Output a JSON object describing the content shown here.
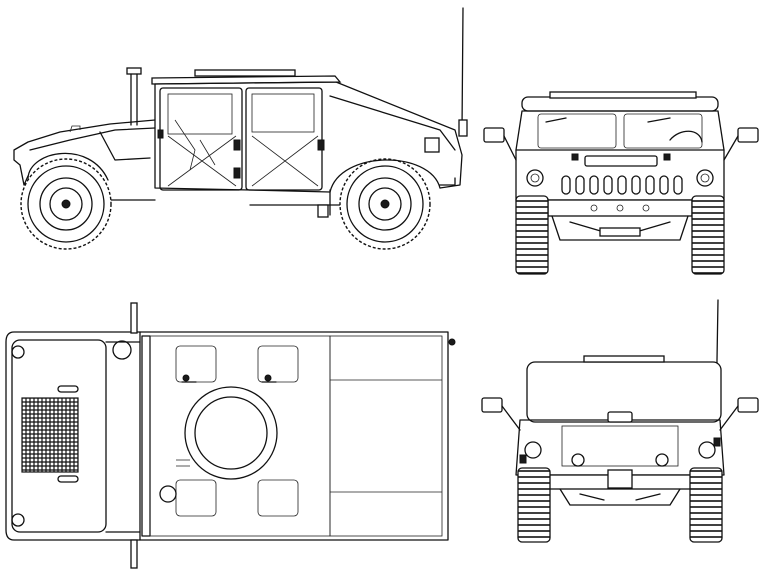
{
  "drawing": {
    "subject": "",
    "views": [
      {
        "id": "side",
        "label": ""
      },
      {
        "id": "front",
        "label": ""
      },
      {
        "id": "top",
        "label": ""
      },
      {
        "id": "rear",
        "label": ""
      }
    ]
  },
  "colors": {
    "line": "#111111",
    "background": "#ffffff"
  }
}
